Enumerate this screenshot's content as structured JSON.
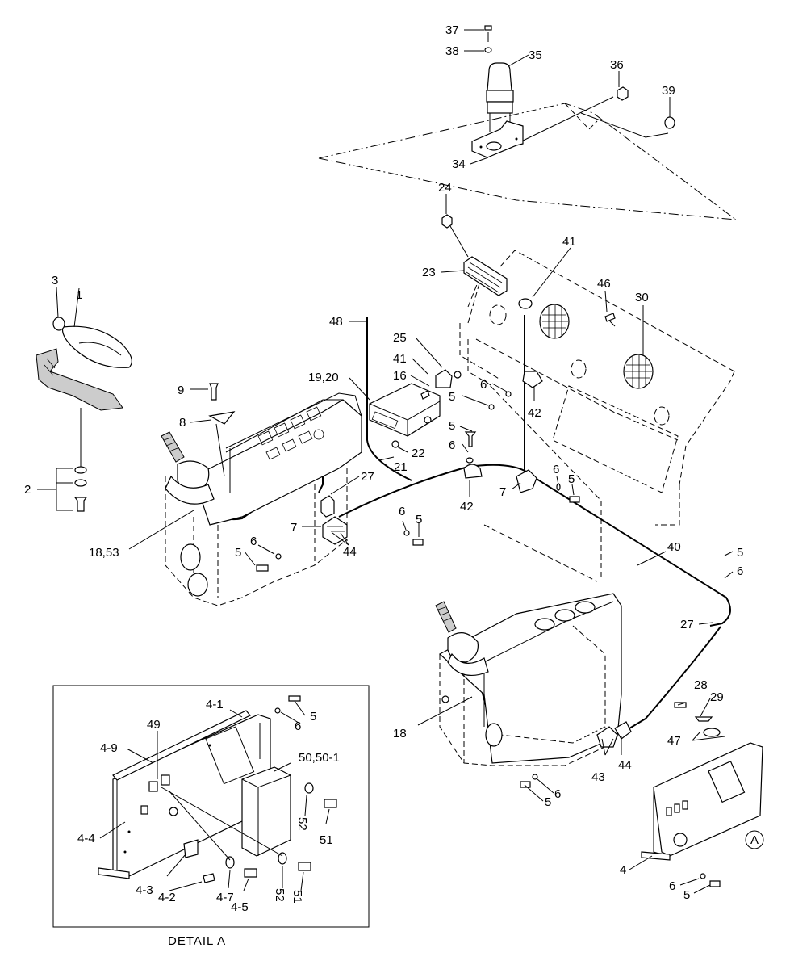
{
  "diagram": {
    "caption": "DETAIL A",
    "detail_marker": "A",
    "labels": [
      {
        "key": "l37",
        "text": "37"
      },
      {
        "key": "l38",
        "text": "38"
      },
      {
        "key": "l35",
        "text": "35"
      },
      {
        "key": "l36",
        "text": "36"
      },
      {
        "key": "l39",
        "text": "39"
      },
      {
        "key": "l34",
        "text": "34"
      },
      {
        "key": "l24",
        "text": "24"
      },
      {
        "key": "l41a",
        "text": "41"
      },
      {
        "key": "l23",
        "text": "23"
      },
      {
        "key": "l46",
        "text": "46"
      },
      {
        "key": "l30",
        "text": "30"
      },
      {
        "key": "l3",
        "text": "3"
      },
      {
        "key": "l1",
        "text": "1"
      },
      {
        "key": "l48",
        "text": "48"
      },
      {
        "key": "l25",
        "text": "25"
      },
      {
        "key": "l41b",
        "text": "41"
      },
      {
        "key": "l16",
        "text": "16"
      },
      {
        "key": "l6a",
        "text": "6"
      },
      {
        "key": "l42a",
        "text": "42"
      },
      {
        "key": "l1920",
        "text": "19,20"
      },
      {
        "key": "l9",
        "text": "9"
      },
      {
        "key": "l8",
        "text": "8"
      },
      {
        "key": "l5a",
        "text": "5"
      },
      {
        "key": "l5b",
        "text": "5"
      },
      {
        "key": "l6b",
        "text": "6"
      },
      {
        "key": "l22",
        "text": "22"
      },
      {
        "key": "l21",
        "text": "21"
      },
      {
        "key": "l6c",
        "text": "6"
      },
      {
        "key": "l5c",
        "text": "5"
      },
      {
        "key": "l2",
        "text": "2"
      },
      {
        "key": "l27a",
        "text": "27"
      },
      {
        "key": "l42b",
        "text": "42"
      },
      {
        "key": "l7a",
        "text": "7"
      },
      {
        "key": "l6d",
        "text": "6"
      },
      {
        "key": "l5d",
        "text": "5"
      },
      {
        "key": "l7b",
        "text": "7"
      },
      {
        "key": "l6e",
        "text": "6"
      },
      {
        "key": "l5e",
        "text": "5"
      },
      {
        "key": "l44a",
        "text": "44"
      },
      {
        "key": "l1853",
        "text": "18,53"
      },
      {
        "key": "l40",
        "text": "40"
      },
      {
        "key": "l5f",
        "text": "5"
      },
      {
        "key": "l6f",
        "text": "6"
      },
      {
        "key": "l27b",
        "text": "27"
      },
      {
        "key": "l41",
        "text": "4-1"
      },
      {
        "key": "l5g",
        "text": "5"
      },
      {
        "key": "l6g",
        "text": "6"
      },
      {
        "key": "l49",
        "text": "49"
      },
      {
        "key": "l49d",
        "text": "4-9"
      },
      {
        "key": "l50",
        "text": "50,50-1"
      },
      {
        "key": "l28",
        "text": "28"
      },
      {
        "key": "l29",
        "text": "29"
      },
      {
        "key": "l47",
        "text": "47"
      },
      {
        "key": "l18",
        "text": "18"
      },
      {
        "key": "l43",
        "text": "43"
      },
      {
        "key": "l44b",
        "text": "44"
      },
      {
        "key": "l52a",
        "text": "52"
      },
      {
        "key": "l51a",
        "text": "51"
      },
      {
        "key": "l44d",
        "text": "4-4"
      },
      {
        "key": "l5h",
        "text": "5"
      },
      {
        "key": "l6h",
        "text": "6"
      },
      {
        "key": "l43d",
        "text": "4-3"
      },
      {
        "key": "l42d",
        "text": "4-2"
      },
      {
        "key": "l47d",
        "text": "4-7"
      },
      {
        "key": "l45d",
        "text": "4-5"
      },
      {
        "key": "l52b",
        "text": "52"
      },
      {
        "key": "l51b",
        "text": "51"
      },
      {
        "key": "l4",
        "text": "4"
      },
      {
        "key": "l6i",
        "text": "6"
      },
      {
        "key": "l5i",
        "text": "5"
      }
    ]
  }
}
